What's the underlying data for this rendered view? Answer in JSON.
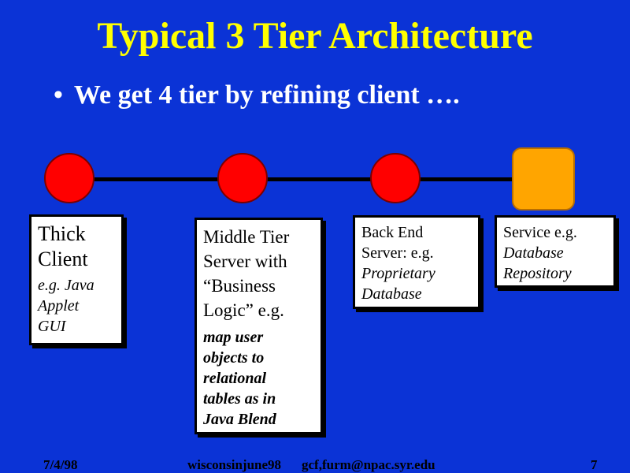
{
  "slide": {
    "title": "Typical 3 Tier Architecture",
    "bullet": "We get 4 tier by refining client ….",
    "bullet_symbol": "•"
  },
  "tiers": [
    {
      "main": [
        "Thick",
        "Client"
      ],
      "sub": [
        "e.g. Java",
        "Applet",
        "GUI"
      ]
    },
    {
      "main": [
        "Middle Tier",
        "Server with",
        "“Business",
        "Logic” e.g."
      ],
      "sub": [
        "map user",
        "objects to",
        "relational",
        "tables as in",
        "Java Blend"
      ]
    },
    {
      "main": [
        "Back End",
        "Server: e.g."
      ],
      "sub": [
        "Proprietary",
        "Database"
      ]
    },
    {
      "main": [
        "Service e.g."
      ],
      "sub": [
        "Database",
        "Repository"
      ]
    }
  ],
  "colors": {
    "background": "#0b33d6",
    "title": "#ffff00",
    "node": "#ff0000",
    "service_node": "#ffa500"
  },
  "footer": {
    "date": "7/4/98",
    "event": "wisconsinjune98",
    "email": "gcf,furm@npac.syr.edu",
    "page": "7"
  }
}
